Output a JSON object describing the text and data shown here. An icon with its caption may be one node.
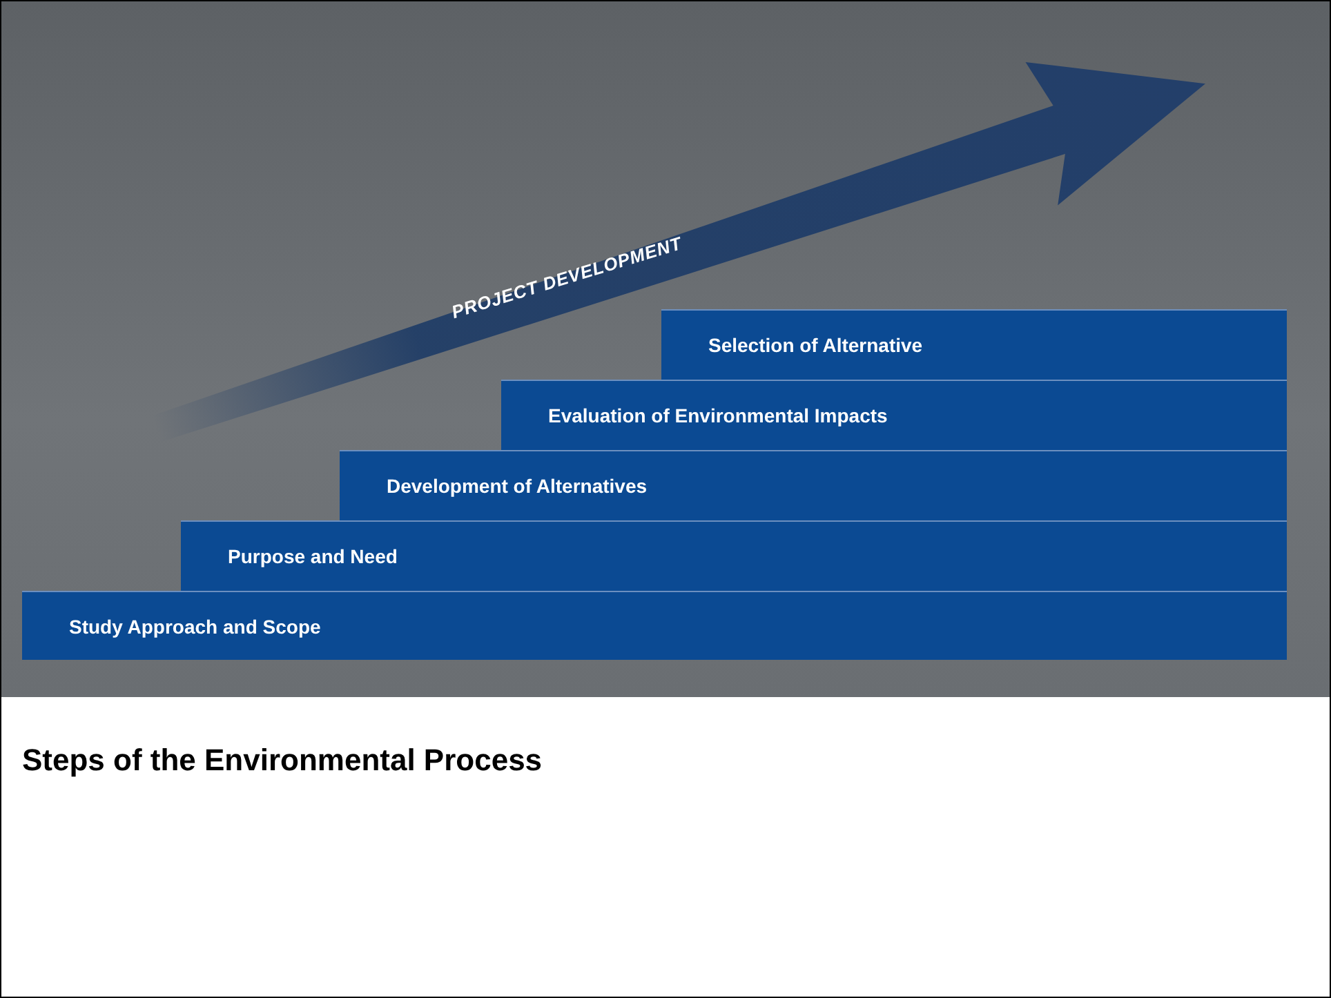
{
  "diagram": {
    "title": "Steps of the Environmental Process",
    "nodes": [
      {
        "text": [
          "PROJECT DEVELOPMENT"
        ]
      },
      {
        "text": [
          "Selection of Alternative"
        ]
      },
      {
        "text": [
          "Evaluation of Environmental Impacts"
        ]
      },
      {
        "text": [
          "Development of Alternatives"
        ]
      },
      {
        "text": [
          "Purpose and Need"
        ]
      },
      {
        "text": [
          "Study Approach and Scope"
        ]
      }
    ]
  }
}
